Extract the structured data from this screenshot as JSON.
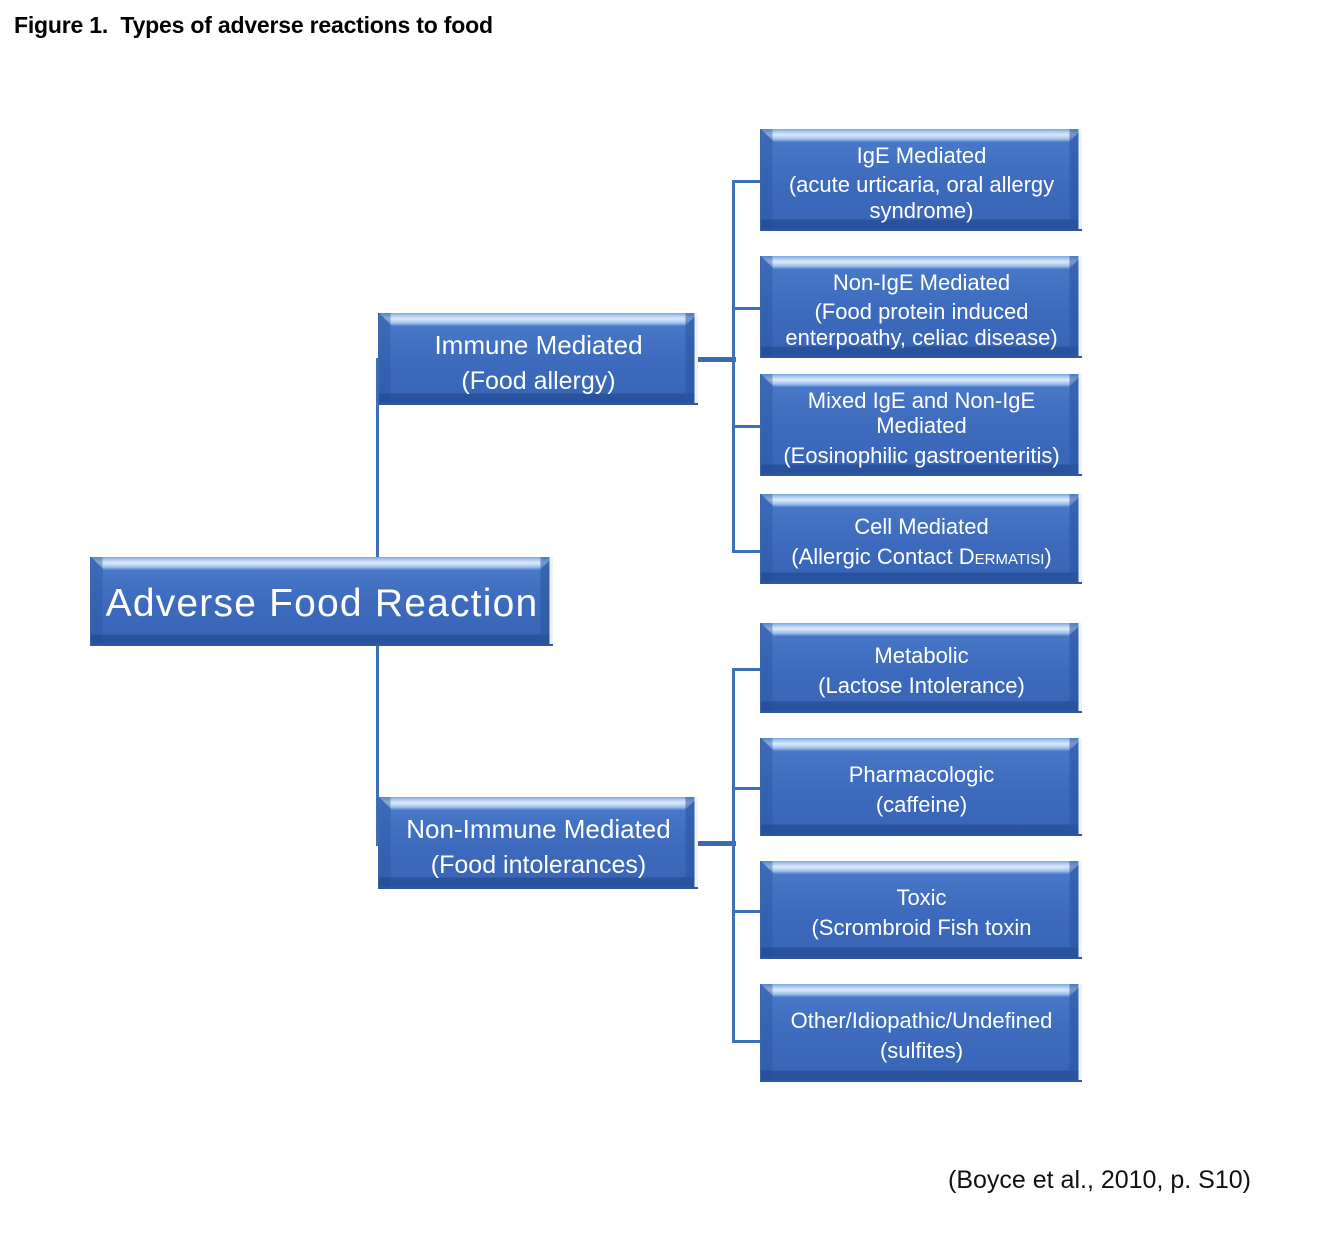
{
  "figure": {
    "title": "Figure 1.  Types of adverse reactions to food",
    "citation": "(Boyce et al., 2010, p. S10)"
  },
  "colors": {
    "box_fill": "#3f6cbf",
    "box_bevel_light": "#dce9fa",
    "box_bevel_dark": "#2f57a0",
    "connector": "#3f6fb5",
    "text": "#ffffff",
    "page_background": "#ffffff"
  },
  "diagram": {
    "type": "hierarchy-tree",
    "root": {
      "label": "Adverse Food Reaction"
    },
    "branches": [
      {
        "id": "immune",
        "label_line1": "Immune Mediated",
        "label_line2": "(Food allergy)",
        "children": [
          {
            "id": "ige",
            "label_line1": "IgE Mediated",
            "label_line2": "(acute urticaria, oral allergy syndrome)"
          },
          {
            "id": "non-ige",
            "label_line1": "Non-IgE Mediated",
            "label_line2": "(Food protein induced enterpoathy, celiac disease)"
          },
          {
            "id": "mixed",
            "label_line1": "Mixed IgE and Non-IgE Mediated",
            "label_line2": "(Eosinophilic gastroenteritis)"
          },
          {
            "id": "cell",
            "label_line1": "Cell Mediated",
            "label_line2_prefix": "(Allergic Contact ",
            "label_line2_smallcaps": "Dermatisi",
            "label_line2_suffix": ")"
          }
        ]
      },
      {
        "id": "non-immune",
        "label_line1": "Non-Immune  Mediated",
        "label_line2": "(Food  intolerances)",
        "children": [
          {
            "id": "metabolic",
            "label_line1": "Metabolic",
            "label_line2": "(Lactose  Intolerance)"
          },
          {
            "id": "pharmacologic",
            "label_line1": "Pharmacologic",
            "label_line2": "(caffeine)"
          },
          {
            "id": "toxic",
            "label_line1": "Toxic",
            "label_line2": "(Scrombroid Fish toxin"
          },
          {
            "id": "other",
            "label_line1": "Other/Idiopathic/Undefined",
            "label_line2": "(sulfites)"
          }
        ]
      }
    ]
  }
}
